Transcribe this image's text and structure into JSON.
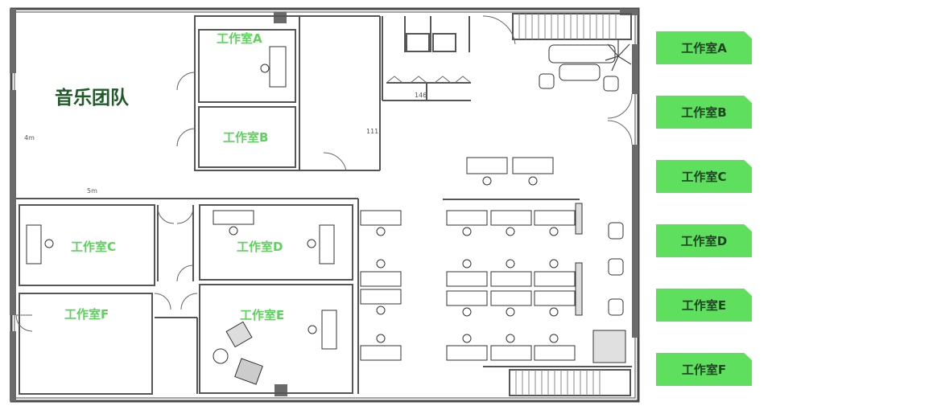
{
  "team": {
    "label": "音乐团队"
  },
  "rooms": [
    {
      "id": "A",
      "label": "工作室A"
    },
    {
      "id": "B",
      "label": "工作室B"
    },
    {
      "id": "C",
      "label": "工作室C"
    },
    {
      "id": "D",
      "label": "工作室D"
    },
    {
      "id": "E",
      "label": "工作室E"
    },
    {
      "id": "F",
      "label": "工作室F"
    }
  ],
  "dimensions": {
    "height": "4m",
    "width": "5m",
    "room_111": "111",
    "room_146": "146"
  },
  "legend": [
    {
      "label": "工作室A"
    },
    {
      "label": "工作室B"
    },
    {
      "label": "工作室C"
    },
    {
      "label": "工作室D"
    },
    {
      "label": "工作室E"
    },
    {
      "label": "工作室F"
    }
  ],
  "colors": {
    "legend_fill": "#5ee05e",
    "room_text": "#5dd35d",
    "team_text": "#1f5a28",
    "wall": "#555555"
  }
}
